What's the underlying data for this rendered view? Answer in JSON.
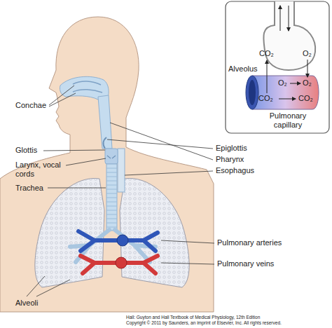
{
  "diagram": {
    "labels": [
      "Conchae",
      "Epiglottis",
      "Pharynx",
      "Glottis",
      "Larynx, vocal cords",
      "Esophagus",
      "Trachea",
      "Pulmonary arteries",
      "Pulmonary veins",
      "Alveoli",
      "CO₂",
      "O₂",
      "Alveolus",
      "O₂",
      "O₂",
      "CO₂",
      "CO₂",
      "Pulmonary capillary",
      "Hall: Guyton and Hall Textbook of Medical Physiology, 12th Edition",
      "Copyright © 2011 by Saunders, an imprint of Elsevier, Inc. All rights reserved."
    ]
  }
}
